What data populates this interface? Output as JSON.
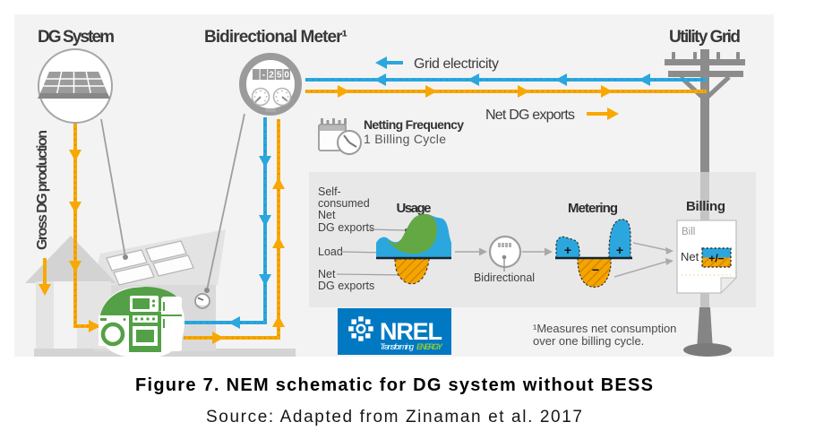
{
  "figure": {
    "headings": {
      "dg_system": "DG System",
      "bidirectional_meter": "Bidirectional Meter¹",
      "utility_grid": "Utility Grid"
    },
    "flow_labels": {
      "grid_electricity": "Grid electricity",
      "net_dg_exports": "Net DG exports",
      "gross_dg_production": "Gross DG production"
    },
    "netting": {
      "title": "Netting Frequency",
      "value": "1 Billing Cycle"
    },
    "meter_display": [
      "",
      "-",
      "2",
      "5",
      "0"
    ],
    "panel": {
      "self_consumed_lines": [
        "Self-",
        "consumed",
        "Net",
        "DG exports"
      ],
      "load_label": "Load",
      "net_export_lines": [
        "Net",
        "DG exports"
      ],
      "usage_heading": "Usage",
      "metering_heading": "Metering",
      "billing_heading": "Billing",
      "bidirectional_label": "Bidirectional",
      "metering_plus_left": "+",
      "metering_minus": "−",
      "metering_plus_right": "+",
      "bill_label": "Bill",
      "net_label": "Net",
      "net_swatch": "+/−"
    },
    "nrel": {
      "wordmark": "NREL",
      "tagline_word1": "Transforming",
      "tagline_word2": "ENERGY"
    },
    "footnote_lines": [
      "¹Measures net consumption",
      "over one billing cycle."
    ]
  },
  "caption": {
    "title": "Figure 7. NEM schematic for DG system without BESS",
    "source": "Source: Adapted from Zinaman et al. 2017"
  },
  "colors": {
    "blue": "#2BA7DE",
    "yellow": "#F8A800",
    "chart_green": "#64A844",
    "appliance_green": "#54A046",
    "nrel_blue": "#0079C2",
    "nrel_green": "#8DC63F",
    "figure_bg": "#F3F3F3",
    "panel_bg": "#E8E8E8"
  }
}
